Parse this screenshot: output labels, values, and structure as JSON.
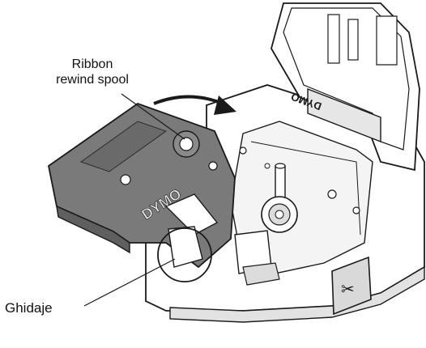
{
  "labels": {
    "spool_line1": "Ribbon",
    "spool_line2": "rewind spool",
    "guides": "Ghidaje"
  },
  "brand": {
    "cassette_logo": "DYMO",
    "lid_logo": "DYMO"
  },
  "colors": {
    "cassette_fill": "#7a7a7a",
    "cassette_dark": "#5f5f5f",
    "printer_body": "#ffffff",
    "printer_shadow": "#dcdcdc",
    "outline": "#1a1a1a"
  },
  "icons": {
    "insert_arrow": "curved-arrow-icon",
    "cutter": "scissors-icon"
  }
}
